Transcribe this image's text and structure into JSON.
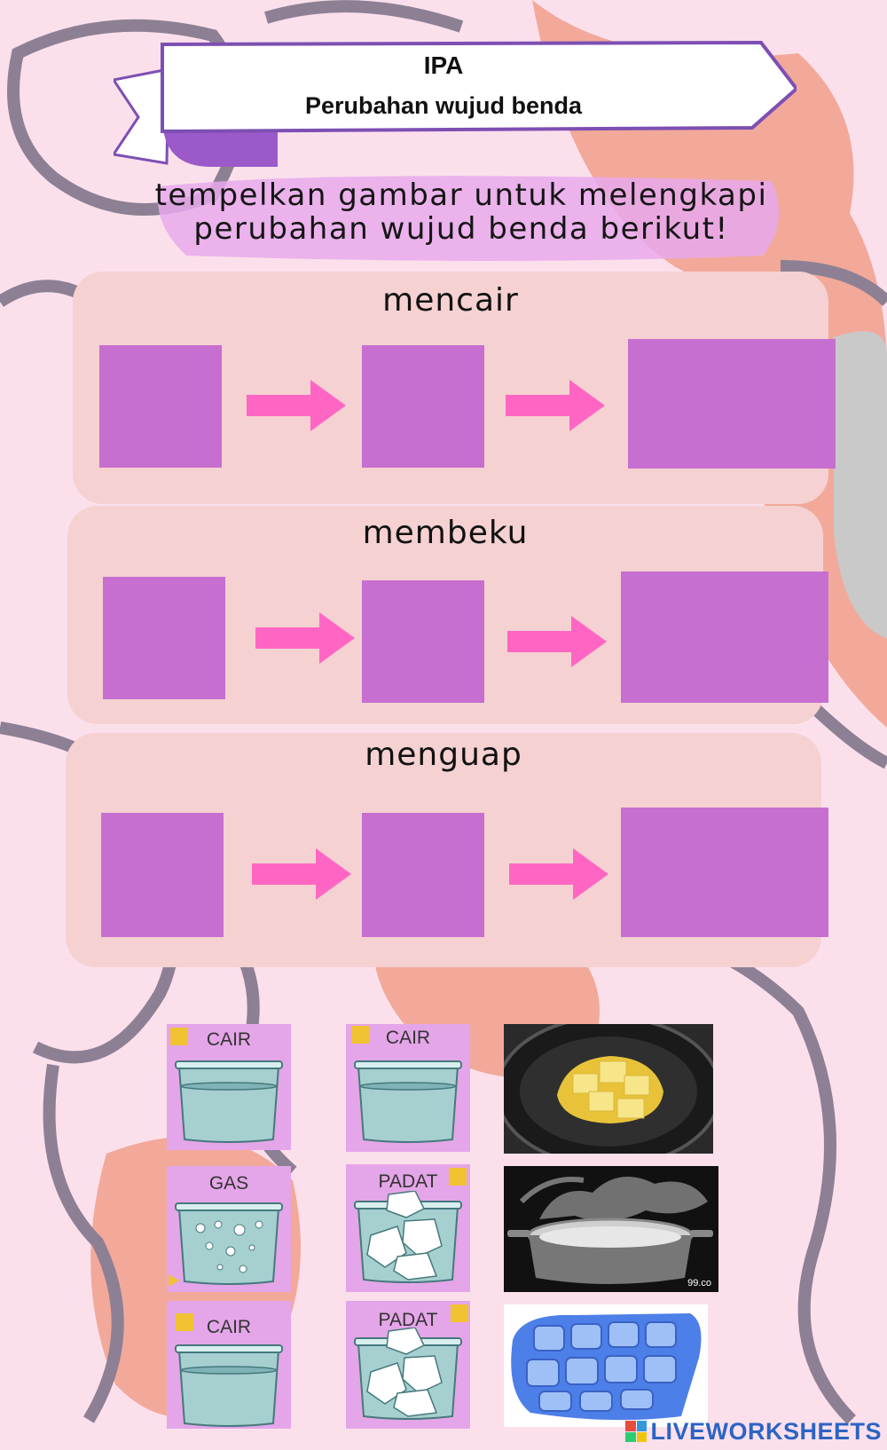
{
  "header": {
    "subject": "IPA",
    "topic": "Perubahan wujud benda"
  },
  "instruction": {
    "line1": "tempelkan gambar untuk melengkapi",
    "line2": "perubahan wujud benda berikut!"
  },
  "sections": [
    {
      "title": "mencair"
    },
    {
      "title": "membeku"
    },
    {
      "title": "menguap"
    }
  ],
  "cards": [
    {
      "label": "CAIR",
      "contents": "water"
    },
    {
      "label": "CAIR",
      "contents": "water"
    },
    {
      "label": "GAS",
      "contents": "bubbles"
    },
    {
      "label": "PADAT",
      "contents": "ice"
    },
    {
      "label": "CAIR",
      "contents": "water"
    },
    {
      "label": "PADAT",
      "contents": "ice"
    }
  ],
  "photos": [
    {
      "subject": "melting-butter-in-pan"
    },
    {
      "subject": "boiling-pot-with-steam",
      "tag": "99.co"
    },
    {
      "subject": "ice-cube-tray"
    }
  ],
  "brand": {
    "text": "LIVEWORKSHEETS"
  },
  "colors": {
    "background": "#fbe0ec",
    "section_box": "#f5d1d1",
    "drop_zone": "#c76fd0",
    "arrow": "#ff66c4",
    "card": "#e4a6e8",
    "sticky_note": "#f1c232",
    "banner_ribbon": "#9b59c9",
    "brand_text": "#2c64c4"
  }
}
